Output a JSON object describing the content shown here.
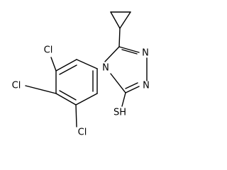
{
  "molecule": {
    "atoms": {
      "n1": "N",
      "n2": "N",
      "n4": "N",
      "sh": "SH",
      "cl_top": "Cl",
      "cl_left": "Cl",
      "cl_right": "Cl"
    }
  }
}
